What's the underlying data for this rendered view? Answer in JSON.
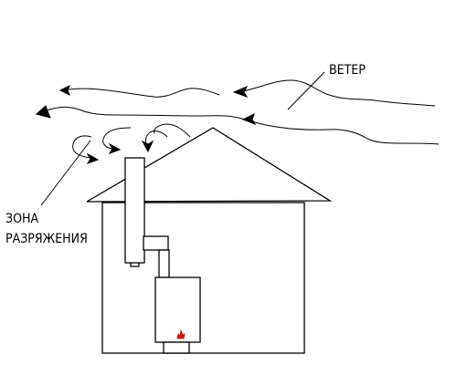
{
  "labels": {
    "wind": "ВЕТЕР",
    "zone_line1": "ЗОНА",
    "zone_line2": "РАЗРЯЖЕНИЯ"
  },
  "colors": {
    "stroke": "#000000",
    "flame": "#d01010"
  },
  "icons": {
    "flame": "flame-icon"
  }
}
